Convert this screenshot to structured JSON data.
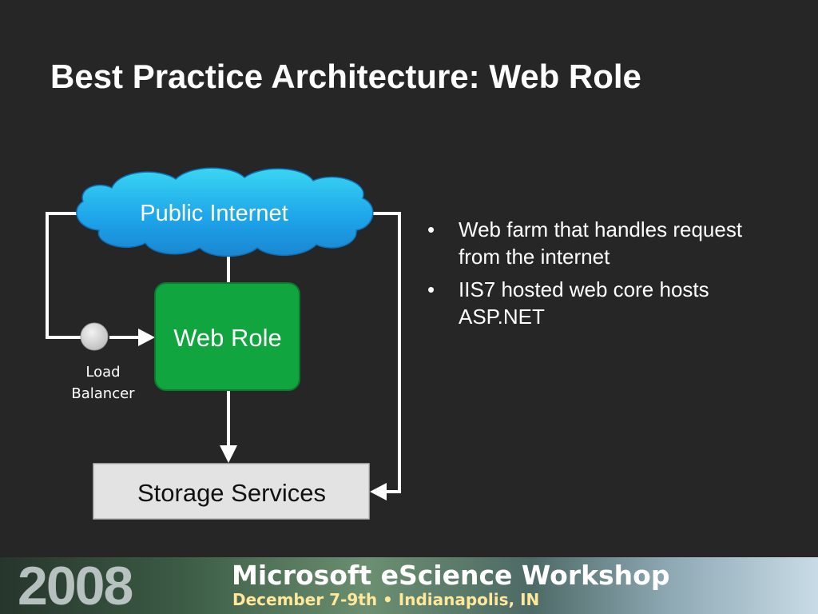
{
  "slide": {
    "title": "Best Practice Architecture: Web Role"
  },
  "diagram": {
    "cloud_label": "Public Internet",
    "web_role_label": "Web Role",
    "load_balancer_label_line1": "Load",
    "load_balancer_label_line2": "Balancer",
    "storage_label": "Storage Services",
    "colors": {
      "cloud": "#1ea6ea",
      "web_role": "#10a53f",
      "storage": "#e3e3e3",
      "load_balancer": "#d9d9d9",
      "connector": "#ffffff"
    }
  },
  "bullets": [
    {
      "mark": "•",
      "text": "Web farm that handles request from the internet"
    },
    {
      "mark": "•",
      "text": "IIS7 hosted web core hosts ASP.NET"
    }
  ],
  "banner": {
    "year": "2008",
    "title": "Microsoft eScience Workshop",
    "date": "December 7-9th • Indianapolis, IN"
  }
}
